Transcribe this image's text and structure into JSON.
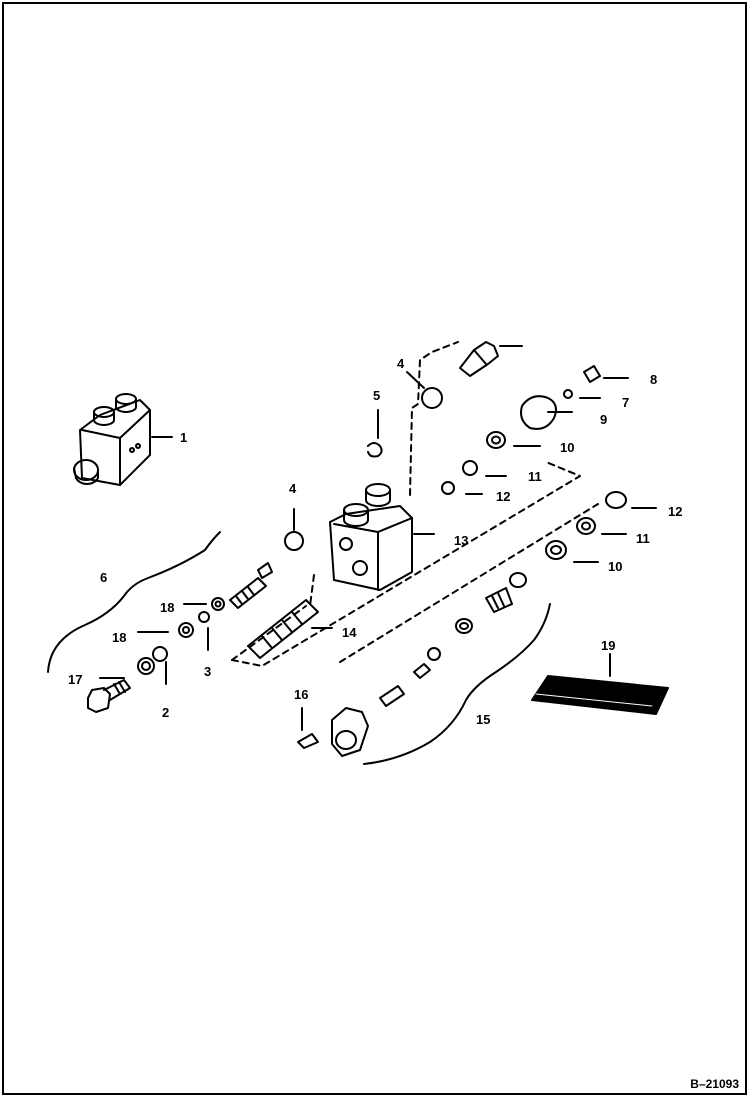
{
  "figure_code": "B–21093",
  "callouts": {
    "c1": "1",
    "c2": "2",
    "c3": "3",
    "c4a": "4",
    "c4b": "4",
    "c5": "5",
    "c6": "6",
    "c7": "7",
    "c8": "8",
    "c9": "9",
    "c10a": "10",
    "c10b": "10",
    "c11a": "11",
    "c11b": "11",
    "c12a": "12",
    "c12b": "12",
    "c13": "13",
    "c14": "14",
    "c15": "15",
    "c16": "16",
    "c17": "17",
    "c18a": "18",
    "c18b": "18",
    "c19": "19"
  },
  "colors": {
    "ink": "#000000",
    "paper": "#ffffff"
  }
}
